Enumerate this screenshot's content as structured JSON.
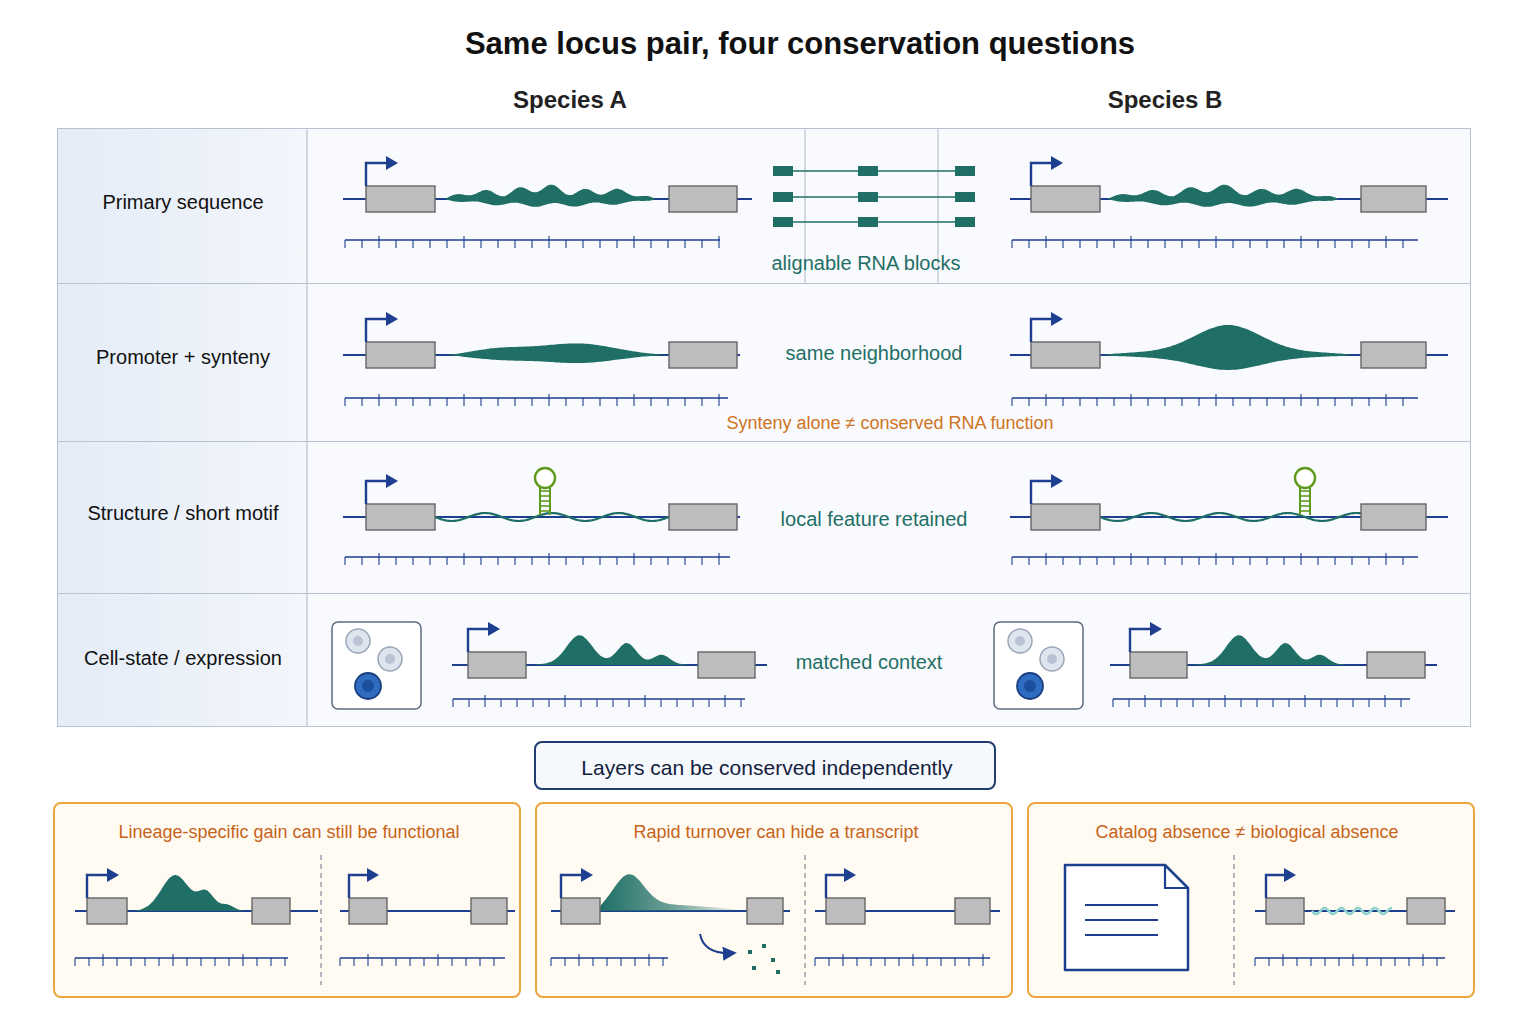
{
  "diagram": {
    "title": "Same locus pair, four conservation questions",
    "nodes": [
      {
        "text": [
          "Primary sequence",
          "alignable RNA blocks"
        ]
      },
      {
        "text": [
          "Promoter + synteny",
          "same neighborhood",
          "Synteny alone ≠ conserved RNA function"
        ]
      },
      {
        "text": [
          "Structure / short motif",
          "local feature retained"
        ]
      },
      {
        "text": [
          "Cell-state / expression",
          "matched context"
        ]
      },
      {
        "text": [
          "Layers can be conserved independently"
        ]
      },
      {
        "text": [
          "Lineage-specific gain can still be functional"
        ]
      },
      {
        "text": [
          "Rapid turnover can hide a transcript"
        ]
      },
      {
        "text": [
          "Catalog absence ≠ biological absence"
        ]
      }
    ],
    "labels": [
      "Species A",
      "Species B"
    ]
  }
}
